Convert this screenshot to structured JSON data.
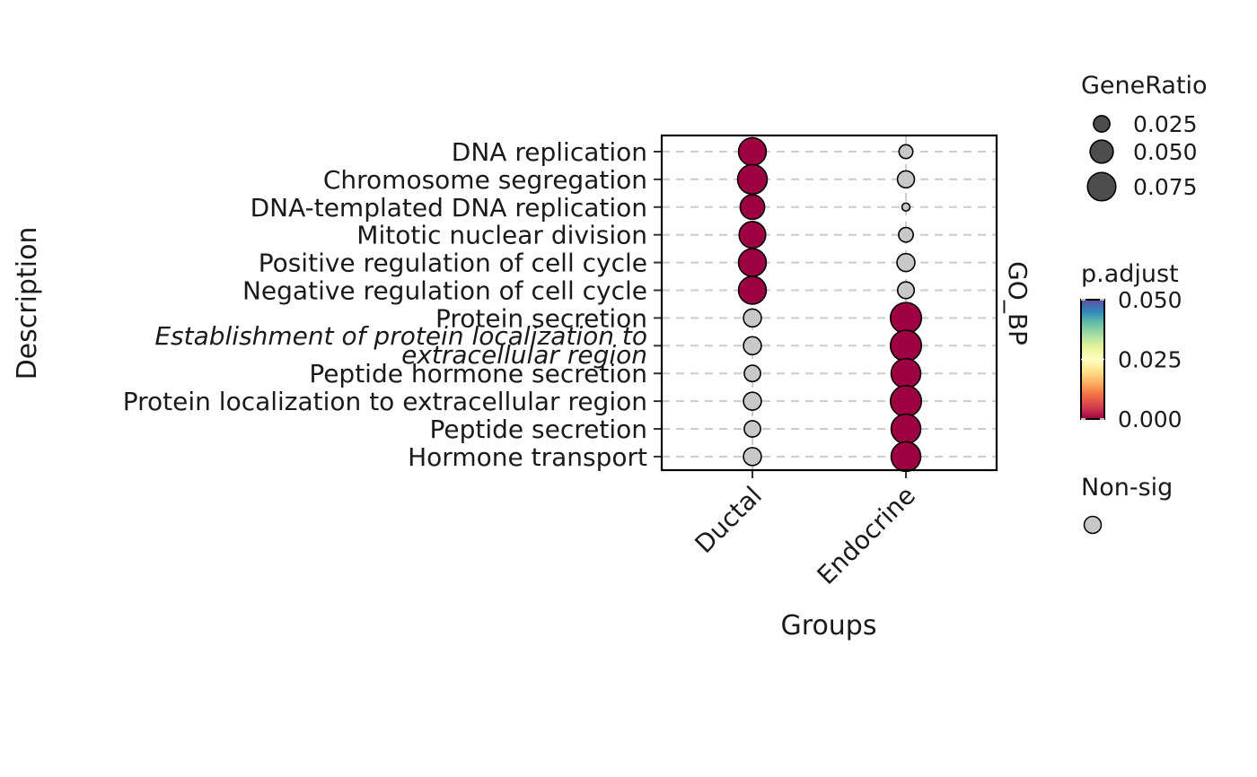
{
  "chart_data": {
    "type": "scatter",
    "xlabel": "Groups",
    "ylabel": "Description",
    "facet_label": "GO_BP",
    "groups": [
      "Ductal",
      "Endocrine"
    ],
    "terms": [
      {
        "label": "DNA replication",
        "italic": false,
        "ductal": {
          "gene_ratio": 0.072,
          "p_adjust": 0.0001,
          "significant": true
        },
        "endocrine": {
          "gene_ratio": 0.018,
          "significant": false
        }
      },
      {
        "label": "Chromosome segregation",
        "italic": false,
        "ductal": {
          "gene_ratio": 0.082,
          "p_adjust": 0.0001,
          "significant": true
        },
        "endocrine": {
          "gene_ratio": 0.027,
          "significant": false
        }
      },
      {
        "label": "DNA-templated DNA replication",
        "italic": false,
        "ductal": {
          "gene_ratio": 0.056,
          "p_adjust": 0.0001,
          "significant": true
        },
        "endocrine": {
          "gene_ratio": 0.006,
          "significant": false
        }
      },
      {
        "label": "Mitotic nuclear division",
        "italic": false,
        "ductal": {
          "gene_ratio": 0.066,
          "p_adjust": 0.0001,
          "significant": true
        },
        "endocrine": {
          "gene_ratio": 0.02,
          "significant": false
        }
      },
      {
        "label": "Positive regulation of cell cycle",
        "italic": false,
        "ductal": {
          "gene_ratio": 0.072,
          "p_adjust": 0.0001,
          "significant": true
        },
        "endocrine": {
          "gene_ratio": 0.03,
          "significant": false
        }
      },
      {
        "label": "Negative regulation of cell cycle",
        "italic": false,
        "ductal": {
          "gene_ratio": 0.072,
          "p_adjust": 0.0001,
          "significant": true
        },
        "endocrine": {
          "gene_ratio": 0.026,
          "significant": false
        }
      },
      {
        "label": "Protein secretion",
        "italic": false,
        "ductal": {
          "gene_ratio": 0.03,
          "significant": false
        },
        "endocrine": {
          "gene_ratio": 0.09,
          "p_adjust": 0.0001,
          "significant": true
        }
      },
      {
        "label": "Establishment of protein localization to extracellular region",
        "label_lines": [
          "Establishment of protein localization to",
          "extracellular region"
        ],
        "italic": true,
        "ductal": {
          "gene_ratio": 0.03,
          "significant": false
        },
        "endocrine": {
          "gene_ratio": 0.09,
          "p_adjust": 0.0001,
          "significant": true
        }
      },
      {
        "label": "Peptide hormone secretion",
        "italic": false,
        "ductal": {
          "gene_ratio": 0.025,
          "significant": false
        },
        "endocrine": {
          "gene_ratio": 0.082,
          "p_adjust": 0.0001,
          "significant": true
        }
      },
      {
        "label": "Protein localization to extracellular region",
        "italic": false,
        "ductal": {
          "gene_ratio": 0.03,
          "significant": false
        },
        "endocrine": {
          "gene_ratio": 0.09,
          "p_adjust": 0.0001,
          "significant": true
        }
      },
      {
        "label": "Peptide secretion",
        "italic": false,
        "ductal": {
          "gene_ratio": 0.025,
          "significant": false
        },
        "endocrine": {
          "gene_ratio": 0.082,
          "p_adjust": 0.0001,
          "significant": true
        }
      },
      {
        "label": "Hormone transport",
        "italic": false,
        "ductal": {
          "gene_ratio": 0.03,
          "significant": false
        },
        "endocrine": {
          "gene_ratio": 0.082,
          "p_adjust": 0.0001,
          "significant": true
        }
      }
    ],
    "size_legend": {
      "title": "GeneRatio",
      "breaks": [
        0.025,
        0.05,
        0.075
      ],
      "labels": [
        "0.025",
        "0.050",
        "0.075"
      ]
    },
    "color_legend": {
      "title": "p.adjust",
      "range": [
        0,
        0.05
      ],
      "breaks": [
        0.05,
        0.025,
        0
      ],
      "labels": [
        "0.050",
        "0.025",
        "0.000"
      ],
      "palette": [
        "#9E0142",
        "#D53E4F",
        "#F46D43",
        "#FDAE61",
        "#FEE08B",
        "#FFFFBF",
        "#E6F598",
        "#ABDDA4",
        "#66C2A5",
        "#3288BD",
        "#5E4FA2"
      ]
    },
    "nonsig_legend": {
      "title": "Non-sig"
    },
    "colors": {
      "nonsig_fill": "#C8C8C8",
      "size_legend_fill": "#4D4D4D",
      "grid": "#CCCCCC",
      "panel_border": "#000000"
    },
    "grid": true,
    "legend_position": "right"
  }
}
